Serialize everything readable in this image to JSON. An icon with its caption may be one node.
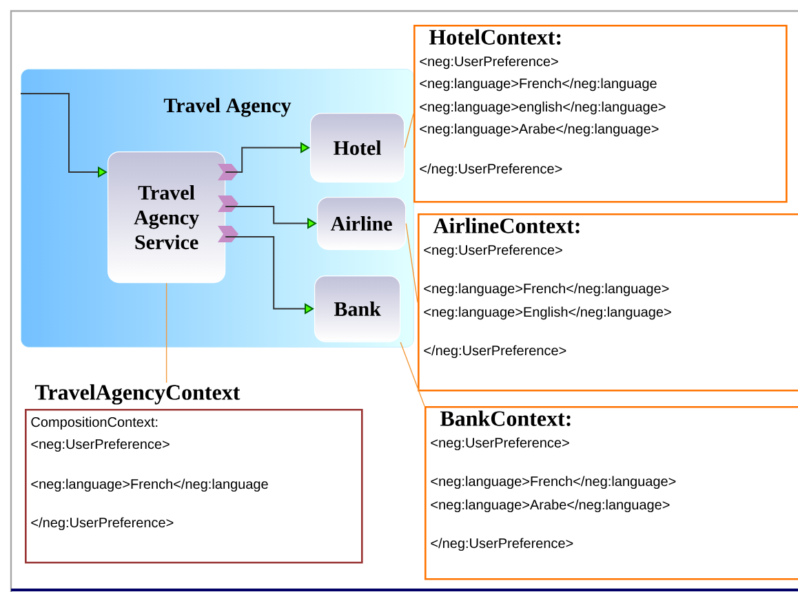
{
  "diagram": {
    "nodes": [
      {
        "text": [
          "Travel Agency"
        ]
      },
      {
        "text": [
          "Travel Agency Service"
        ],
        "in": 0
      },
      {
        "text": [
          "Hotel"
        ],
        "in": 0
      },
      {
        "text": [
          "Airline"
        ],
        "in": 0
      },
      {
        "text": [
          "Bank"
        ],
        "in": 0
      },
      {
        "text": [
          "HotelContext:",
          "<neg:UserPreference>",
          "<neg:language>French</neg:language",
          "<neg:language>english</neg:language>",
          "<neg:language>Arabe</neg:language>",
          "</neg:UserPreference>"
        ]
      },
      {
        "text": [
          "AirlineContext:",
          "<neg:UserPreference>",
          "<neg:language>French</neg:language>",
          "<neg:language>English</neg:language>",
          "</neg:UserPreference>"
        ]
      },
      {
        "text": [
          "TravelAgencyContext",
          "CompositionContext:",
          "<neg:UserPreference>",
          "<neg:language>French</neg:language",
          "</neg:UserPreference>"
        ]
      },
      {
        "text": [
          "BankContext:",
          "<neg:UserPreference>",
          "<neg:language>French</neg:language>",
          "<neg:language>Arabe</neg:language>",
          "</neg:UserPreference>"
        ]
      }
    ],
    "edges": [
      {
        "from": null,
        "to": 1,
        "arrow": "to"
      },
      {
        "from": 1,
        "to": 2,
        "arrow": "to"
      },
      {
        "from": 1,
        "to": 3,
        "arrow": "to"
      },
      {
        "from": 1,
        "to": 4,
        "arrow": "to"
      },
      {
        "from": 5,
        "to": 2,
        "arrow": "none",
        "color": "#f39a3c"
      },
      {
        "from": 6,
        "to": 3,
        "arrow": "none",
        "color": "#f39a3c"
      },
      {
        "from": 7,
        "to": 1,
        "arrow": "none",
        "color": "#f39a3c"
      },
      {
        "from": 8,
        "to": 4,
        "arrow": "none",
        "color": "#f39a3c"
      }
    ]
  }
}
